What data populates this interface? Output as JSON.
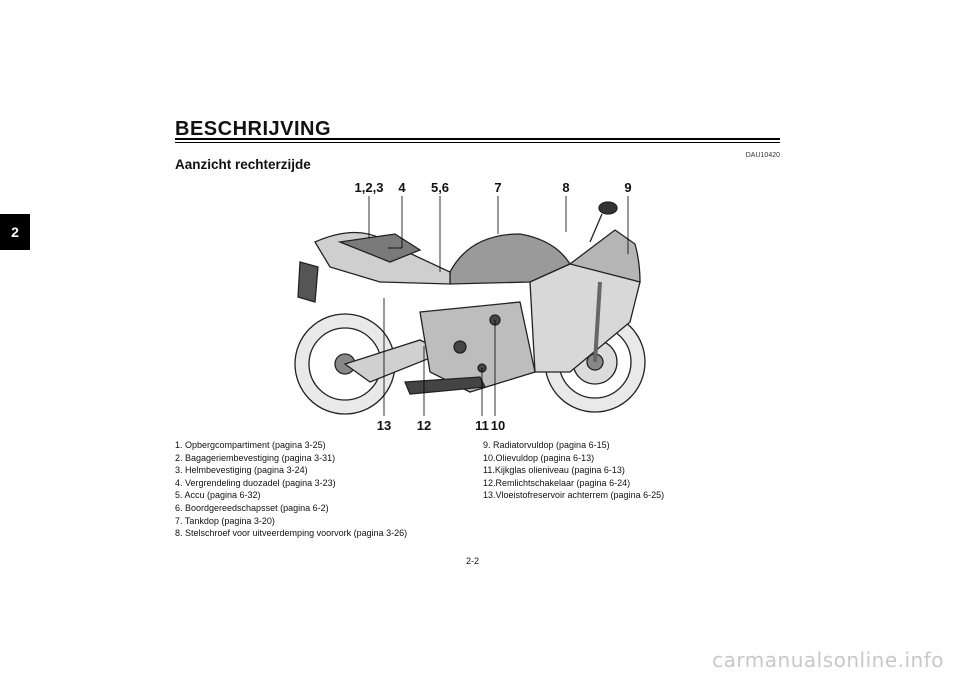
{
  "chapter_tab": "2",
  "header": {
    "title": "BESCHRIJVING"
  },
  "doc_code": "DAU10420",
  "subtitle": "Aanzicht rechterzijde",
  "callouts": {
    "c123": "1,2,3",
    "c4": "4",
    "c56": "5,6",
    "c7": "7",
    "c8": "8",
    "c9": "9",
    "c13": "13",
    "c12": "12",
    "c1110": "11",
    "c10": "10"
  },
  "legend_left": [
    "1. Opbergcompartiment (pagina 3-25)",
    "2. Bagageriembevestiging (pagina 3-31)",
    "3. Helmbevestiging (pagina 3-24)",
    "4. Vergrendeling duozadel (pagina 3-23)",
    "5. Accu (pagina 6-32)",
    "6. Boordgereedschapsset (pagina 6-2)",
    "7. Tankdop (pagina 3-20)",
    "8. Stelschroef voor uitveerdemping voorvork (pagina 3-26)"
  ],
  "legend_right": [
    "9. Radiatorvuldop (pagina 6-15)",
    "10.Olievuldop (pagina 6-13)",
    "11.Kijkglas olieniveau (pagina 6-13)",
    "12.Remlichtschakelaar (pagina 6-24)",
    "13.Vloeistofreservoir achterrem (pagina 6-25)"
  ],
  "page_number": "2-2",
  "watermark": "carmanualsonline.info"
}
